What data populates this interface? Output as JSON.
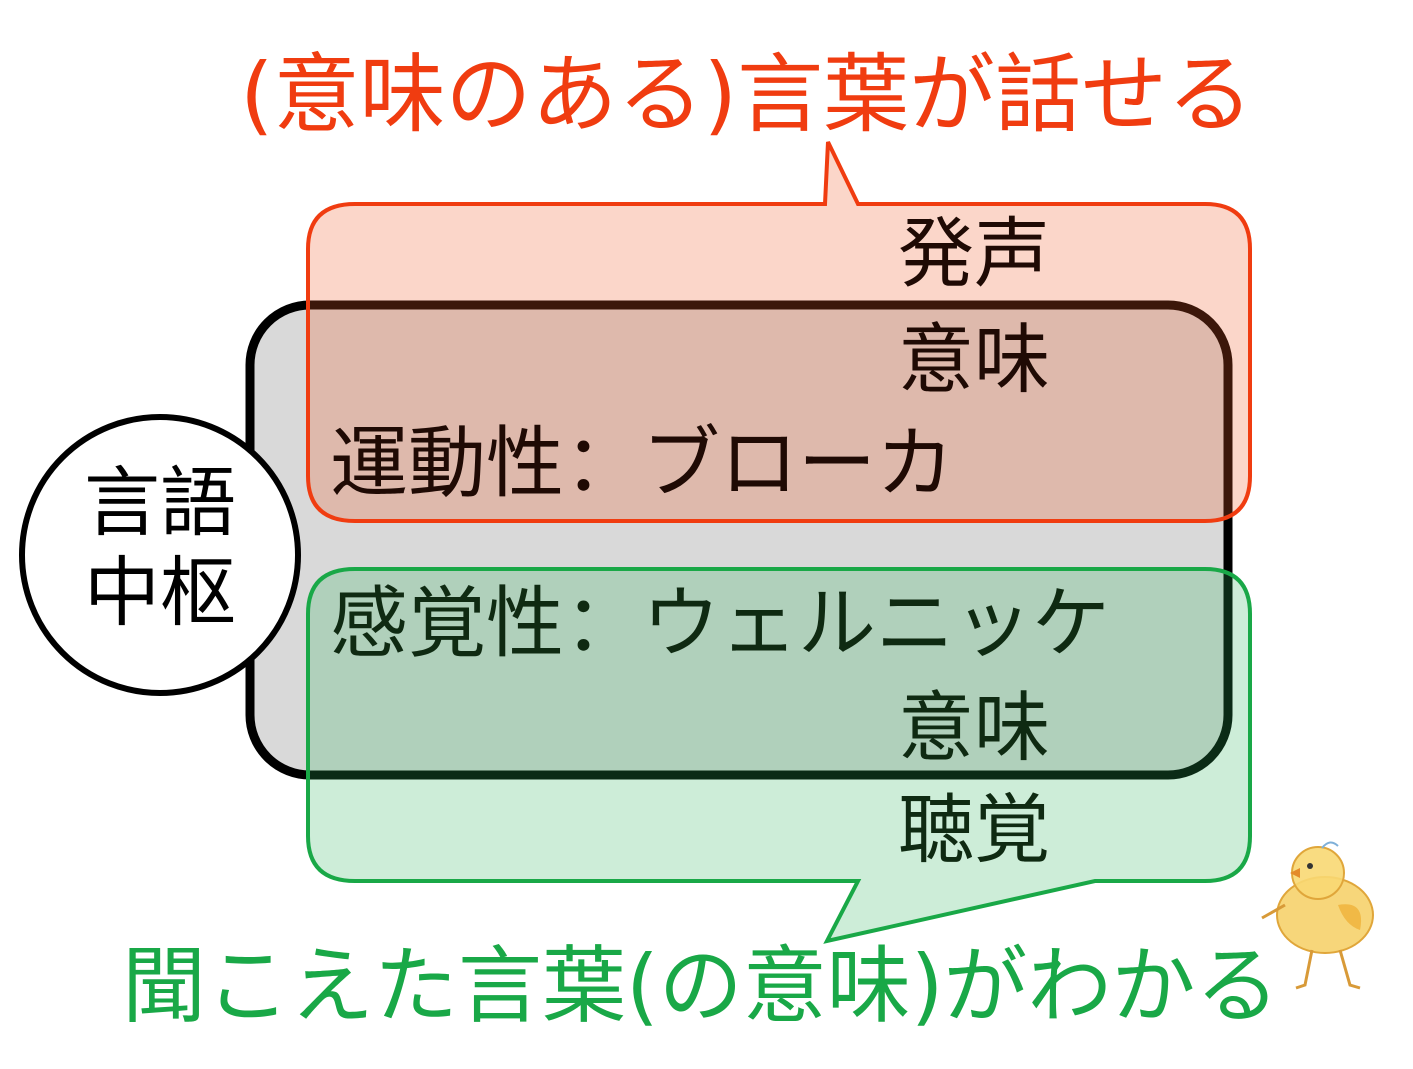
{
  "title_top": "(意味のある)言葉が話せる",
  "title_bottom": "聞こえた言葉(の意味)がわかる",
  "center": {
    "line1": "言語",
    "line2": "中枢"
  },
  "motor_box": {
    "line1": "発声",
    "line2": "意味",
    "line3": "運動性：ブローカ"
  },
  "sensory_box": {
    "line1": "感覚性：ウェルニッケ",
    "line2": "意味",
    "line3": "聴覚"
  },
  "colors": {
    "motor_accent": "#f03c10",
    "motor_fill": "#fdd6c9",
    "sensory_accent": "#19a847",
    "sensory_fill": "#ccecd8",
    "center_fill": "#d9d9d9",
    "outline": "#000000"
  },
  "decoration": "chick-illustration"
}
